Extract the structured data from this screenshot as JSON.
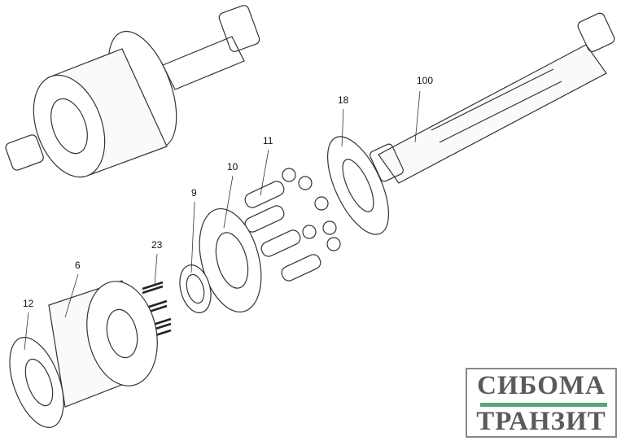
{
  "labels": {
    "p100": "100",
    "p18": "18",
    "p11": "11",
    "p10": "10",
    "p9": "9",
    "p23": "23",
    "p6": "6",
    "p12": "12"
  },
  "logo": {
    "line1": "СИБОМА",
    "line2": "ТРАНЗИТ",
    "accent": "#5aa57a"
  }
}
